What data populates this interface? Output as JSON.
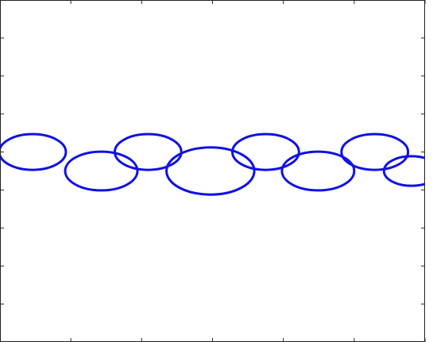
{
  "chart_data": {
    "type": "scatter",
    "title": "",
    "xlabel": "",
    "ylabel": "",
    "xlim": [
      0,
      6
    ],
    "ylim": [
      0,
      9
    ],
    "grid": false,
    "show_tick_labels": false,
    "x_ticks": [
      1,
      2,
      3,
      4,
      5,
      6
    ],
    "y_ticks": [
      1,
      2,
      3,
      4,
      5,
      6,
      7,
      8
    ],
    "series": [
      {
        "color": "#1010e6",
        "circles": [
          {
            "x": 0.46,
            "y": 5.0,
            "r": 0.47
          },
          {
            "x": 1.43,
            "y": 4.5,
            "r": 0.51
          },
          {
            "x": 2.09,
            "y": 5.0,
            "r": 0.47
          },
          {
            "x": 2.97,
            "y": 4.5,
            "r": 0.62
          },
          {
            "x": 3.75,
            "y": 5.0,
            "r": 0.47
          },
          {
            "x": 4.49,
            "y": 4.5,
            "r": 0.51
          },
          {
            "x": 5.29,
            "y": 5.0,
            "r": 0.47
          },
          {
            "x": 5.81,
            "y": 4.5,
            "r": 0.39
          }
        ]
      }
    ]
  }
}
